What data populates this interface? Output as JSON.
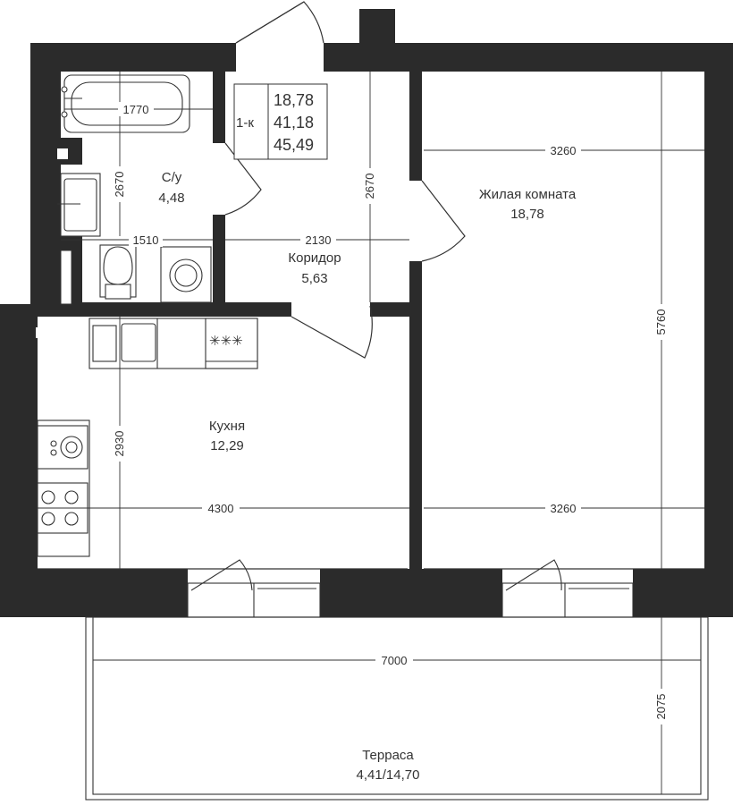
{
  "apartment": {
    "type": "1-к",
    "areas": [
      "18,78",
      "41,18",
      "45,49"
    ]
  },
  "rooms": {
    "bathroom": {
      "name": "С/у",
      "area": "4,48"
    },
    "corridor": {
      "name": "Коридор",
      "area": "5,63"
    },
    "living": {
      "name": "Жилая комната",
      "area": "18,78"
    },
    "kitchen": {
      "name": "Кухня",
      "area": "12,29"
    },
    "terrace": {
      "name": "Терраса",
      "area": "4,41/14,70"
    }
  },
  "dimensions": {
    "bath_width": "1770",
    "bath_height": "2670",
    "bath_lower_width": "1510",
    "corridor_width": "2130",
    "corridor_height": "2670",
    "living_width_top": "3260",
    "living_height": "5760",
    "living_width_bottom": "3260",
    "kitchen_height": "2930",
    "kitchen_width": "4300",
    "terrace_width": "7000",
    "terrace_height": "2075"
  },
  "appliances": {
    "stove_burners": "✳✳✳"
  },
  "colors": {
    "wall": "#2b2b2b",
    "line": "#333333",
    "background": "#ffffff"
  }
}
